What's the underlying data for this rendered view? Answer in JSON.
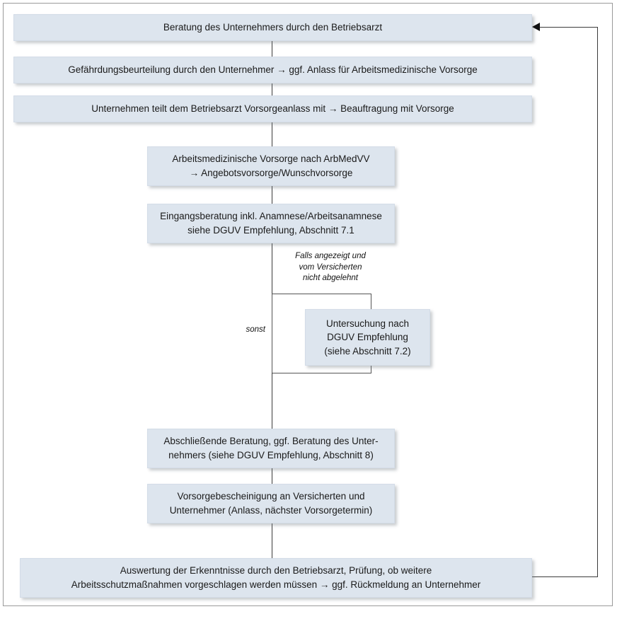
{
  "diagram": {
    "title_text": "",
    "colors": {
      "node_fill": "#dde5ee",
      "node_border": "#d3dce7",
      "line": "#3b3b3b",
      "frame": "#9a9a9a",
      "text": "#1a1a1a"
    },
    "nodes": [
      {
        "id": "beratung-unternehmer",
        "lines": [
          "Beratung des Unternehmers durch den Betriebsarzt"
        ]
      },
      {
        "id": "gefaehrdungsbeurteilung",
        "lines": [
          "Gefährdungsbeurteilung durch den Unternehmer → ggf. Anlass für Arbeitsmedizinische Vorsorge"
        ]
      },
      {
        "id": "vorsorgeanlass-mitteilen",
        "lines": [
          "Unternehmen teilt dem Betriebsarzt Vorsorgeanlass mit → Beauftragung mit Vorsorge"
        ]
      },
      {
        "id": "arbeitsmedizinische-vorsorge",
        "lines": [
          "Arbeitsmedizinische Vorsorge nach ArbMedVV",
          "→ Angebotsvorsorge/Wunschvorsorge"
        ]
      },
      {
        "id": "eingangsberatung",
        "lines": [
          "Eingangsberatung inkl. Anamnese/Arbeitsanamnese",
          "siehe DGUV Empfehlung, Abschnitt 7.1"
        ]
      },
      {
        "id": "untersuchung",
        "lines": [
          "Untersuchung nach",
          "DGUV Empfehlung",
          "(siehe Abschnitt 7.2)"
        ]
      },
      {
        "id": "abschliessende-beratung",
        "lines": [
          "Abschließende Beratung, ggf. Beratung des Unter-",
          "nehmers (siehe DGUV Empfehlung, Abschnitt 8)"
        ]
      },
      {
        "id": "vorsorgebescheinigung",
        "lines": [
          "Vorsorgebescheinigung an Versicherten und",
          "Unternehmer (Anlass, nächster Vorsorgetermin)"
        ]
      },
      {
        "id": "auswertung",
        "lines": [
          "Auswertung der Erkenntnisse durch den Betriebsarzt, Prüfung, ob weitere",
          "Arbeitsschutzmaßnahmen vorgeschlagen werden müssen → ggf. Rückmeldung an Unternehmer"
        ]
      }
    ],
    "edge_labels": {
      "condition_yes": [
        "Falls angezeigt und",
        "vom Versicherten",
        "nicht abgelehnt"
      ],
      "condition_else": "sonst"
    }
  }
}
